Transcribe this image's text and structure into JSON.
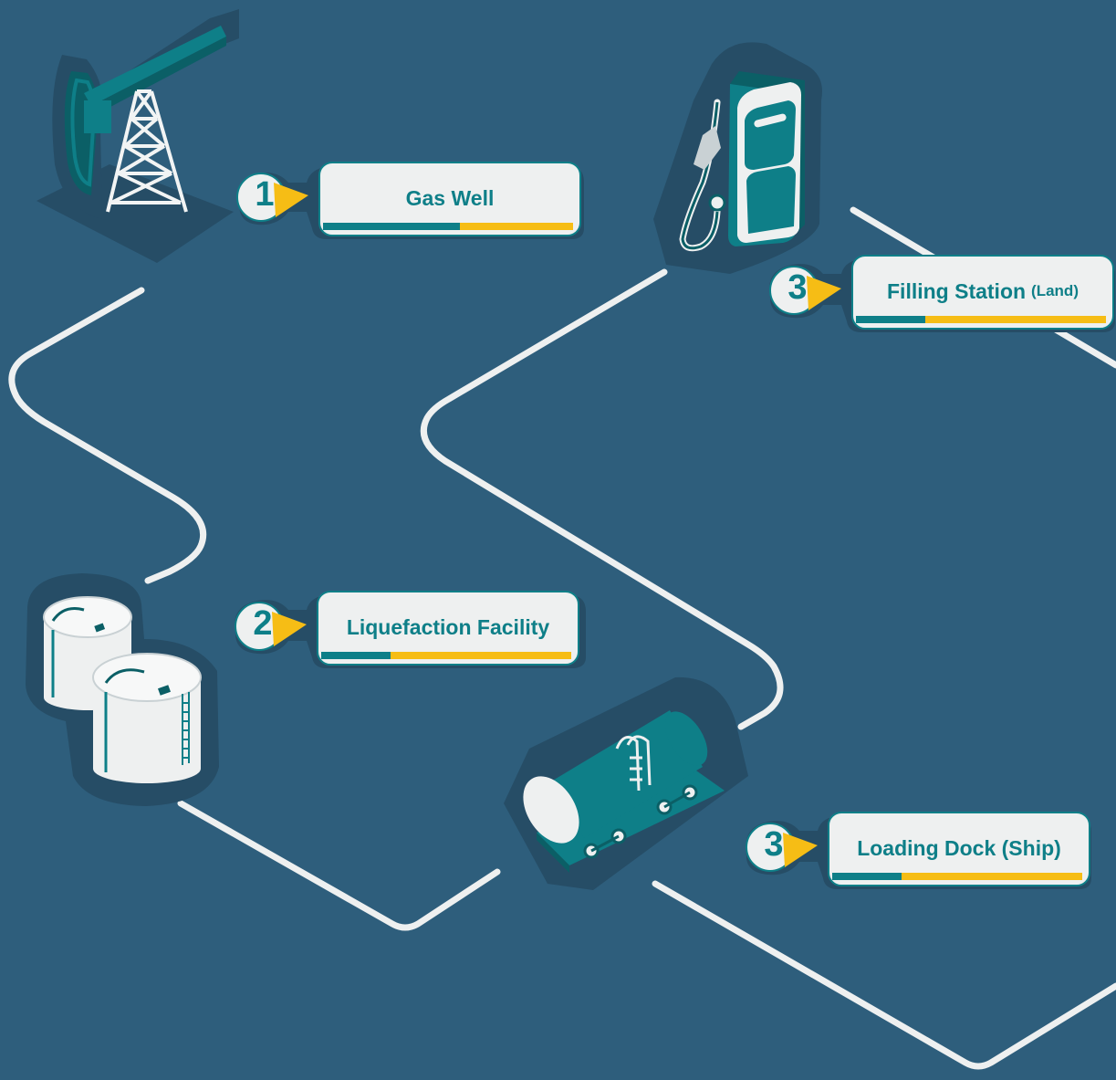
{
  "steps": [
    {
      "id": "gas-well",
      "number": "1",
      "label": "Gas Well",
      "suffix": ""
    },
    {
      "id": "liquefaction",
      "number": "2",
      "label": "Liquefaction Facility",
      "suffix": ""
    },
    {
      "id": "filling-station",
      "number": "3",
      "label": "Filling Station",
      "suffix": "(Land)"
    },
    {
      "id": "loading-dock",
      "number": "3",
      "label": "Loading Dock (Ship)",
      "suffix": ""
    }
  ],
  "colors": {
    "background": "#2e5e7c",
    "shadow": "#264d66",
    "path": "#eef0f0",
    "teal": "#0e7f88",
    "teal_dark": "#0b5f66",
    "yellow": "#f6bd15",
    "white": "#f2f4f4"
  },
  "icons": [
    "pumpjack-icon",
    "storage-tanks-icon",
    "fuel-pump-icon",
    "tank-wagon-icon"
  ]
}
